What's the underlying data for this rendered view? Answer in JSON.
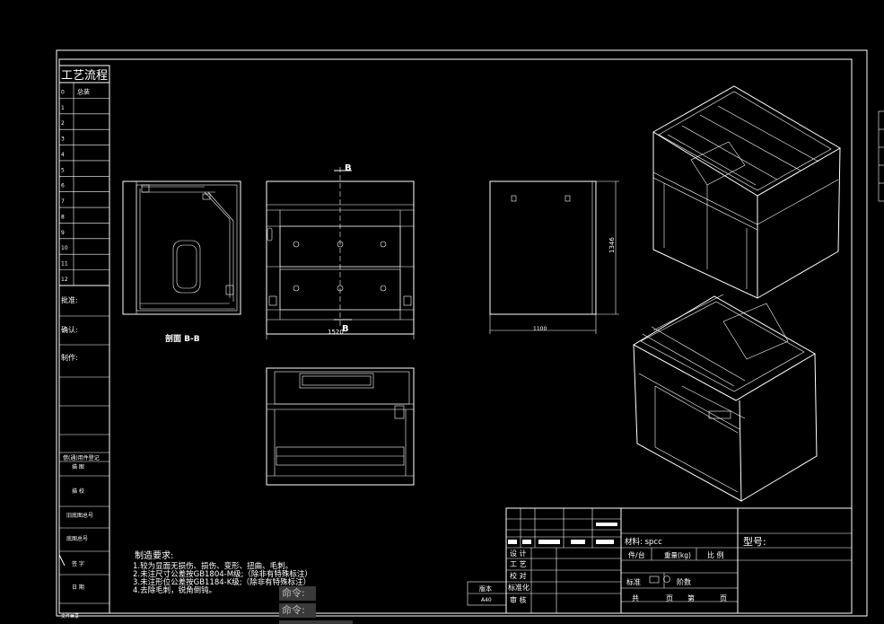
{
  "process_table": {
    "title": "工艺流程",
    "rows": [
      {
        "num": "0",
        "label": "总装"
      },
      {
        "num": "1",
        "label": ""
      },
      {
        "num": "2",
        "label": ""
      },
      {
        "num": "3",
        "label": ""
      },
      {
        "num": "4",
        "label": ""
      },
      {
        "num": "5",
        "label": ""
      },
      {
        "num": "6",
        "label": ""
      },
      {
        "num": "7",
        "label": ""
      },
      {
        "num": "8",
        "label": ""
      },
      {
        "num": "9",
        "label": ""
      },
      {
        "num": "10",
        "label": ""
      },
      {
        "num": "11",
        "label": ""
      },
      {
        "num": "12",
        "label": ""
      }
    ],
    "approve": "批准:",
    "confirm": "确认:",
    "make": "制作:"
  },
  "left_column": {
    "used_on": "借(通)用件登记",
    "drawing": "描  图",
    "proofread": "描  校",
    "old_no": "旧底图总号",
    "base_no": "底图总号",
    "sign": "签  字",
    "date": "日  期",
    "file_no": "文件目录"
  },
  "views": {
    "section_label": "剖面 B-B",
    "section_mark": "B",
    "front_width_dim": "1520",
    "side_width_dim": "1100",
    "side_height_dim": "1346"
  },
  "notes": {
    "title": "制造要求:",
    "items": [
      "1.较为显面无损伤、损伤、变形、扭曲、毛刺。",
      "2.未注尺寸公差按GB1804-M级;（除非有特殊标注）",
      "3.未注形位公差按GB1184-K级;（除非有特殊标注）",
      "4.去除毛刺，锐角倒钝。"
    ]
  },
  "title_block": {
    "design": "设  计",
    "process": "工  艺",
    "check": "校  对",
    "standardize": "标准化",
    "audit": "审  核",
    "version_label": "版本",
    "version": "A40",
    "material": "材料: spcc",
    "qty": "件/台",
    "weight": "重量(kg)",
    "scale": "比  例",
    "model": "型号:",
    "standard": "标准",
    "stage": "阶数",
    "total_pages": "共",
    "page_unit": "页",
    "page_no": "第",
    "page_unit2": "页"
  },
  "command_line": {
    "lines": [
      "命令:",
      "命令:"
    ]
  }
}
